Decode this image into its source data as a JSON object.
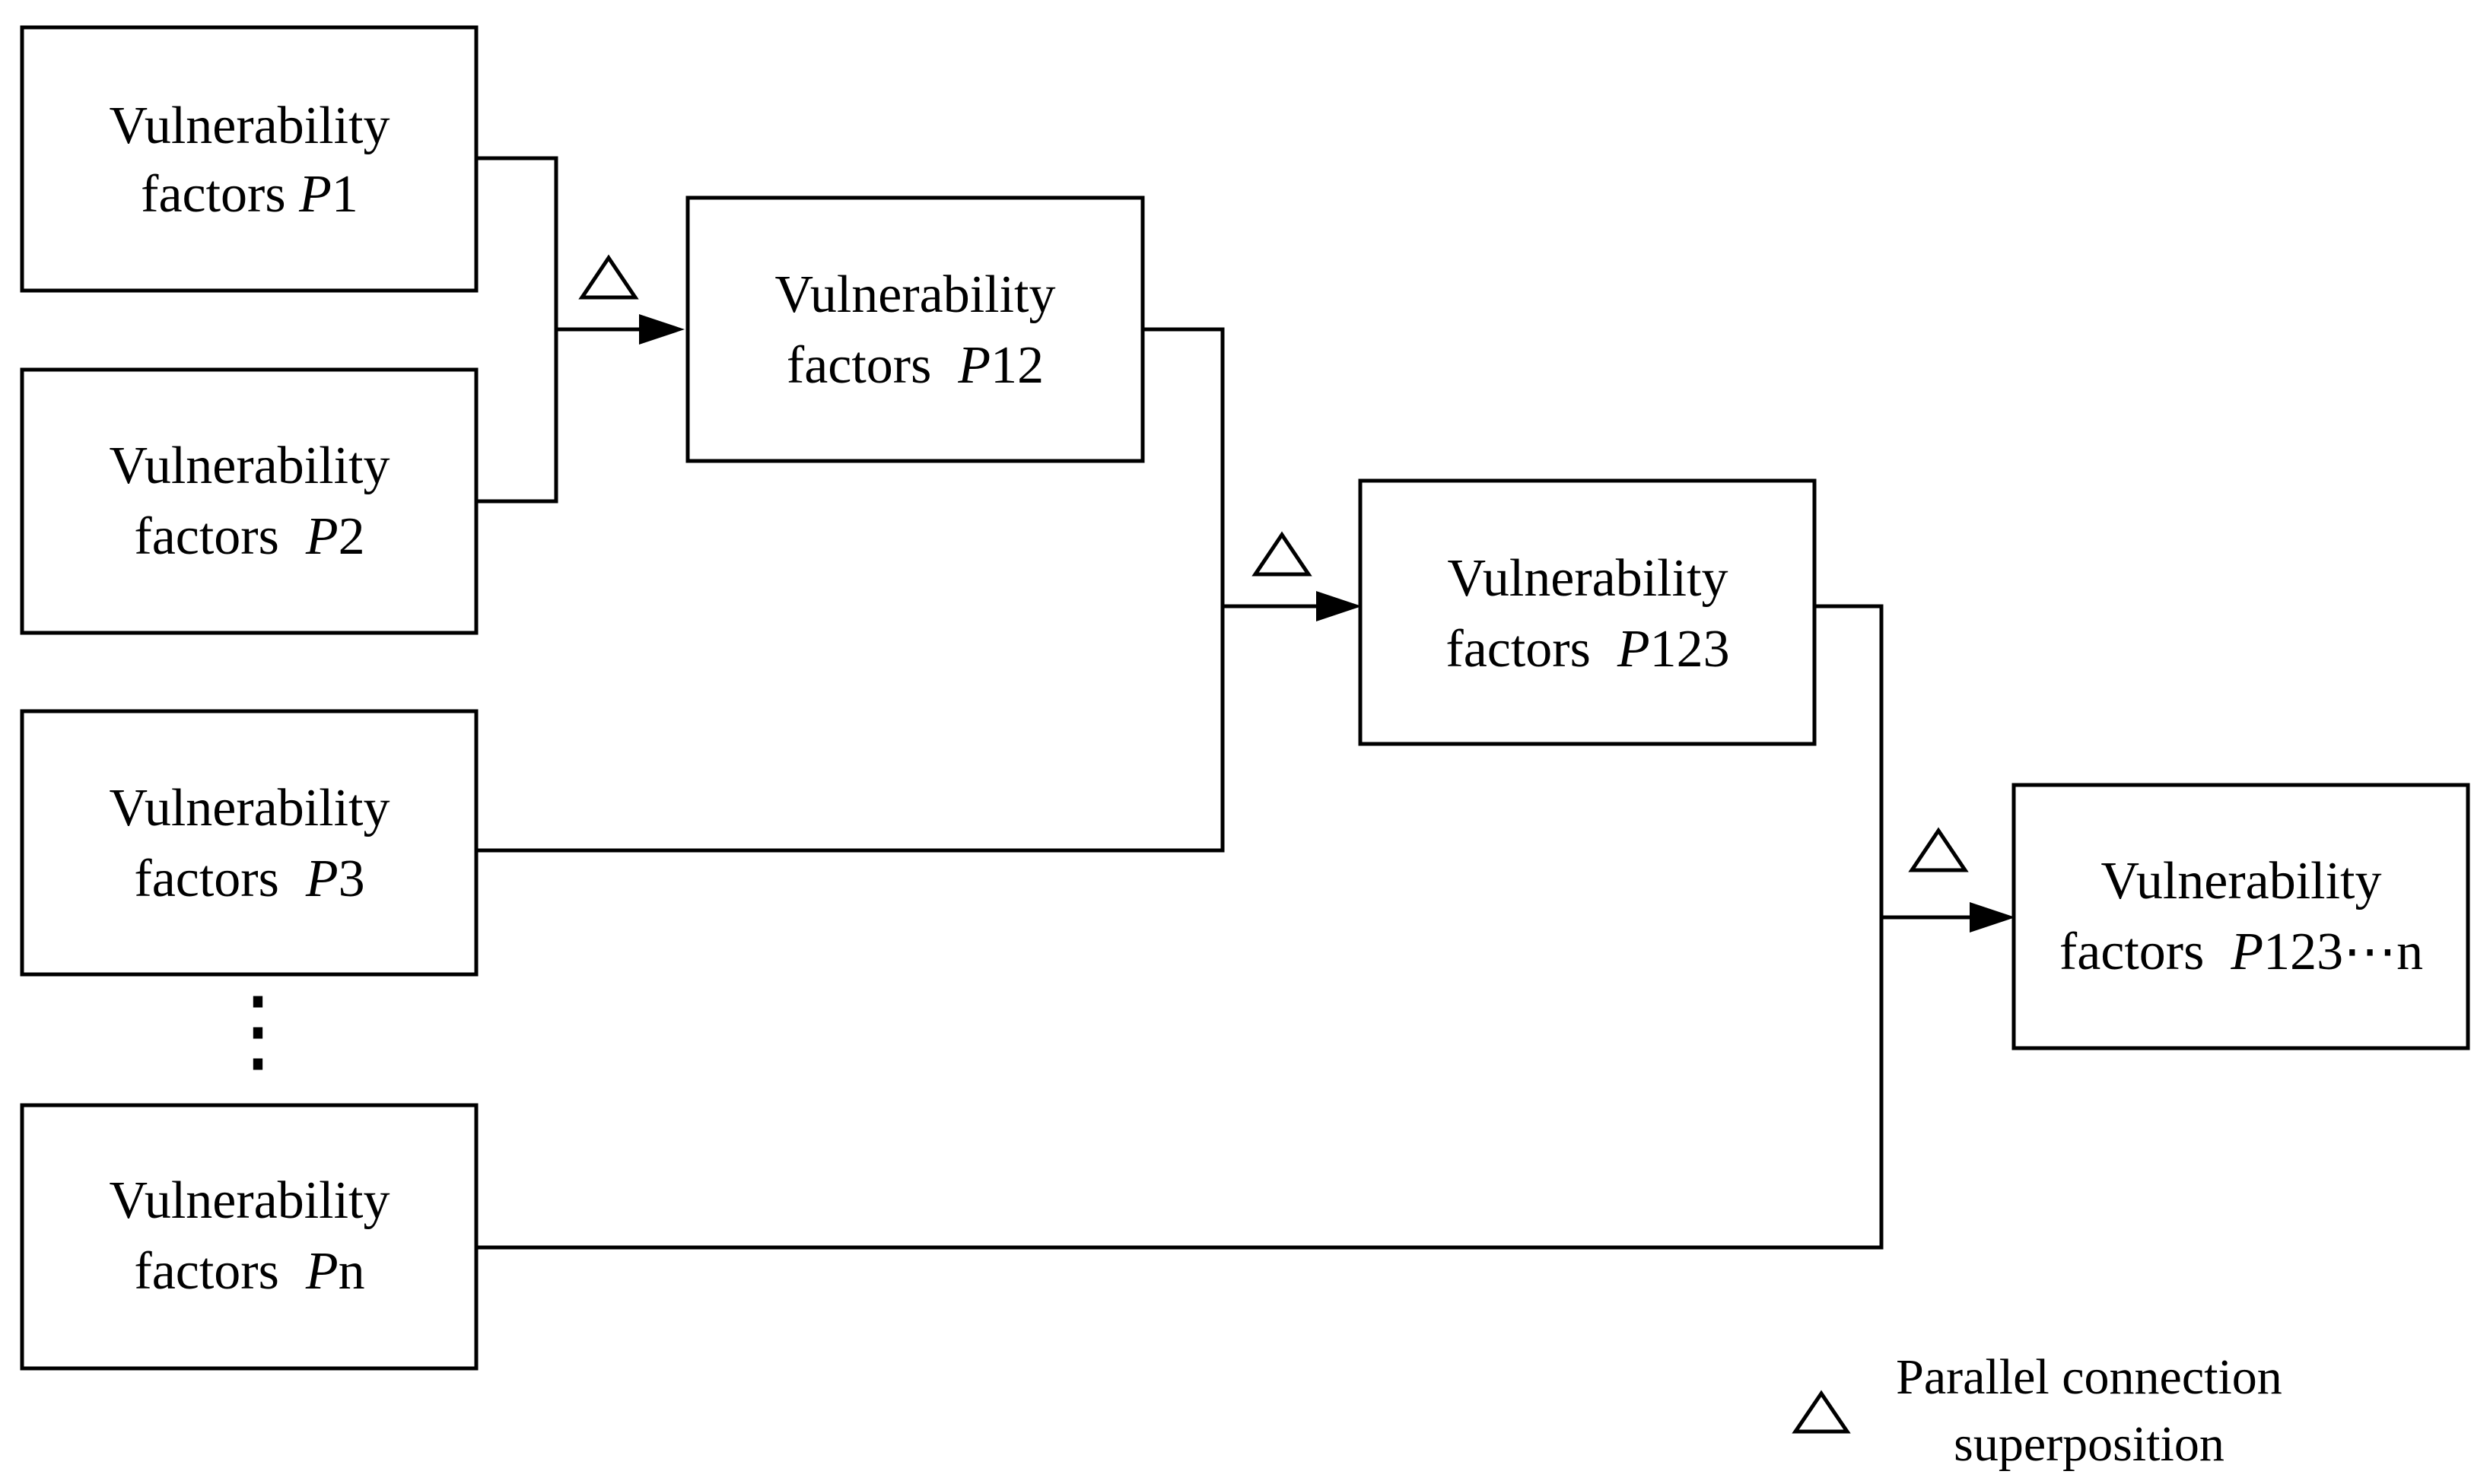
{
  "boxes": {
    "p1": {
      "line1": "Vulnerability",
      "line2_prefix": "factors ",
      "var": "P",
      "suffix": "1"
    },
    "p2": {
      "line1": "Vulnerability",
      "line2_prefix": "factors  ",
      "var": "P",
      "suffix": "2"
    },
    "p3": {
      "line1": "Vulnerability",
      "line2_prefix": "factors  ",
      "var": "P",
      "suffix": "3"
    },
    "pn": {
      "line1": "Vulnerability",
      "line2_prefix": "factors  ",
      "var": "P",
      "suffix": "n"
    },
    "p12": {
      "line1": "Vulnerability",
      "line2_prefix": "factors  ",
      "var": "P",
      "suffix": "12"
    },
    "p123": {
      "line1": "Vulnerability",
      "line2_prefix": "factors  ",
      "var": "P",
      "suffix": "123"
    },
    "p123n": {
      "line1": "Vulnerability",
      "line2_prefix": "factors  ",
      "var": "P",
      "suffix": "123⋯n"
    }
  },
  "ellipsis": "⋮",
  "legend": {
    "symbol": "triangle-symbol",
    "line1": "Parallel connection",
    "line2": "superposition"
  }
}
